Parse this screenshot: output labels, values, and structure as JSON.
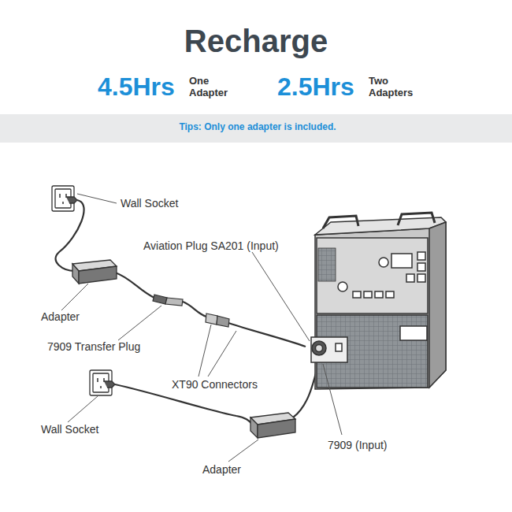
{
  "diagram": {
    "title": "Recharge",
    "labels": [
      "4.5Hrs",
      "One Adapter",
      "2.5Hrs",
      "Two Adapters",
      "Tips: Only one adapter is included.",
      "Wall Socket",
      "Aviation Plug SA201 (Input)",
      "Adapter",
      "7909 Transfer Plug",
      "XT90 Connectors",
      "Wall Socket",
      "7909 (Input)",
      "Adapter"
    ]
  }
}
